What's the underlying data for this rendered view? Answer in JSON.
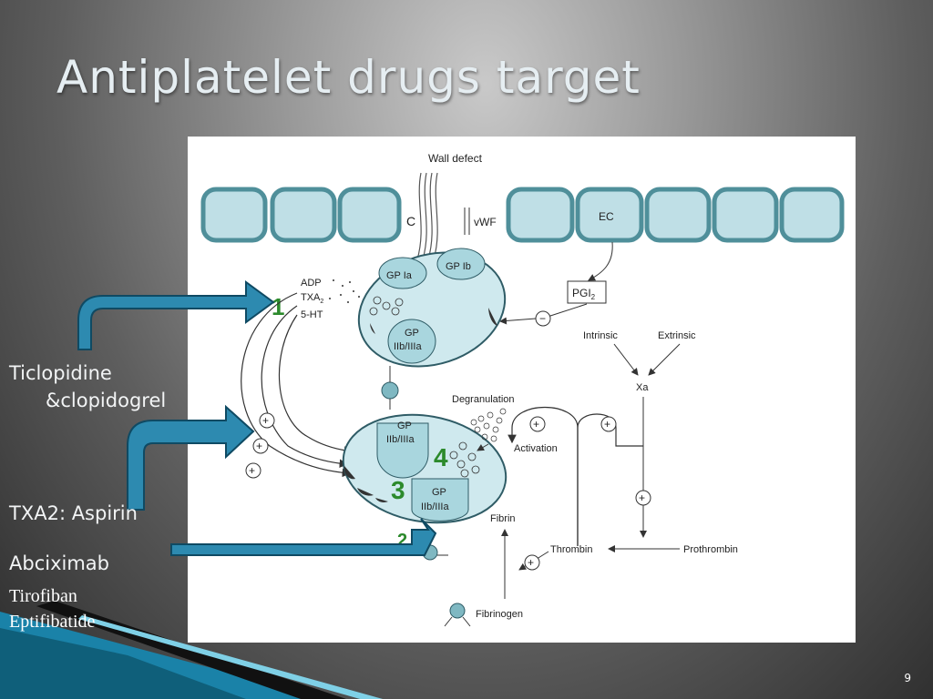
{
  "slide": {
    "title": "Antiplatelet drugs target",
    "page_number": "9"
  },
  "drug_labels": {
    "ticlopidine": "Ticlopidine",
    "clopidogrel": "&clopidogrel",
    "aspirin": "TXA2: Aspirin",
    "abciximab": "Abciximab",
    "tirofiban": "Tirofiban",
    "eptifibatide": "Eptifibatide"
  },
  "diagram": {
    "wall_defect": "Wall defect",
    "collagen": "C",
    "vwf": "vWF",
    "ec": "EC",
    "pgi2": "PGI",
    "pgi2_sub": "2",
    "adp": "ADP",
    "txa2": "TXA",
    "txa2_sub": "2",
    "serotonin": "5-HT",
    "gp_ia": "GP Ia",
    "gp_ib": "GP Ib",
    "gp": "GP",
    "gp_iib_iiia": "IIb/IIIa",
    "intrinsic": "Intrinsic",
    "extrinsic": "Extrinsic",
    "xa": "Xa",
    "degranulation": "Degranulation",
    "activation": "Activation",
    "fibrin": "Fibrin",
    "thrombin": "Thrombin",
    "prothrombin": "Prothrombin",
    "fibrinogen": "Fibrinogen",
    "site_1": "1",
    "site_2": "2",
    "site_3": "3",
    "site_4": "4",
    "plus": "+",
    "minus": "−"
  },
  "colors": {
    "platelet_fill": "#cfe9ee",
    "platelet_stroke": "#2f5c66",
    "endothelium_fill": "#bfdfe6",
    "endothelium_stroke": "#4f8f9a",
    "site_number": "#2c8a2c",
    "callout_arrow": "#2d8ab0",
    "title_text": "#e6eef2"
  }
}
